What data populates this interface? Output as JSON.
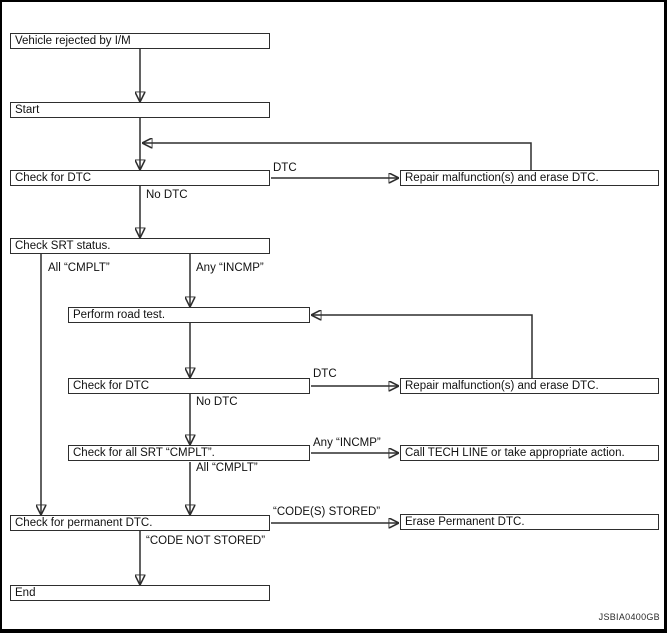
{
  "diagram": {
    "figure_id": "JSBIA0400GB",
    "colors": {
      "background": "#ffffff",
      "line": "#2e2e2e",
      "frame": "#000000",
      "text": "#111111"
    },
    "nodes": {
      "vehicle_rejected": {
        "label": "Vehicle rejected by I/M"
      },
      "start": {
        "label": "Start"
      },
      "check_dtc_1": {
        "label": "Check for DTC"
      },
      "check_srt": {
        "label": "Check SRT status."
      },
      "road_test": {
        "label": "Perform road test."
      },
      "check_dtc_2": {
        "label": "Check for DTC"
      },
      "check_all_srt": {
        "label": "Check for all SRT “CMPLT”."
      },
      "check_permanent": {
        "label": "Check for permanent DTC."
      },
      "end": {
        "label": "End"
      },
      "repair_1": {
        "label": "Repair malfunction(s) and erase DTC."
      },
      "repair_2": {
        "label": "Repair malfunction(s) and erase DTC."
      },
      "call_tech_line": {
        "label": "Call TECH LINE or take appropriate action."
      },
      "erase_permanent": {
        "label": "Erase Permanent DTC."
      }
    },
    "edge_labels": {
      "dtc_1": "DTC",
      "no_dtc_1": "No DTC",
      "all_cmplt_1": "All “CMPLT”",
      "any_incmp_1": "Any “INCMP”",
      "dtc_2": "DTC",
      "no_dtc_2": "No DTC",
      "any_incmp_2": "Any “INCMP”",
      "all_cmplt_2": "All “CMPLT”",
      "codes_stored": "“CODE(S) STORED”",
      "code_not_stored": "“CODE NOT STORED”"
    }
  }
}
